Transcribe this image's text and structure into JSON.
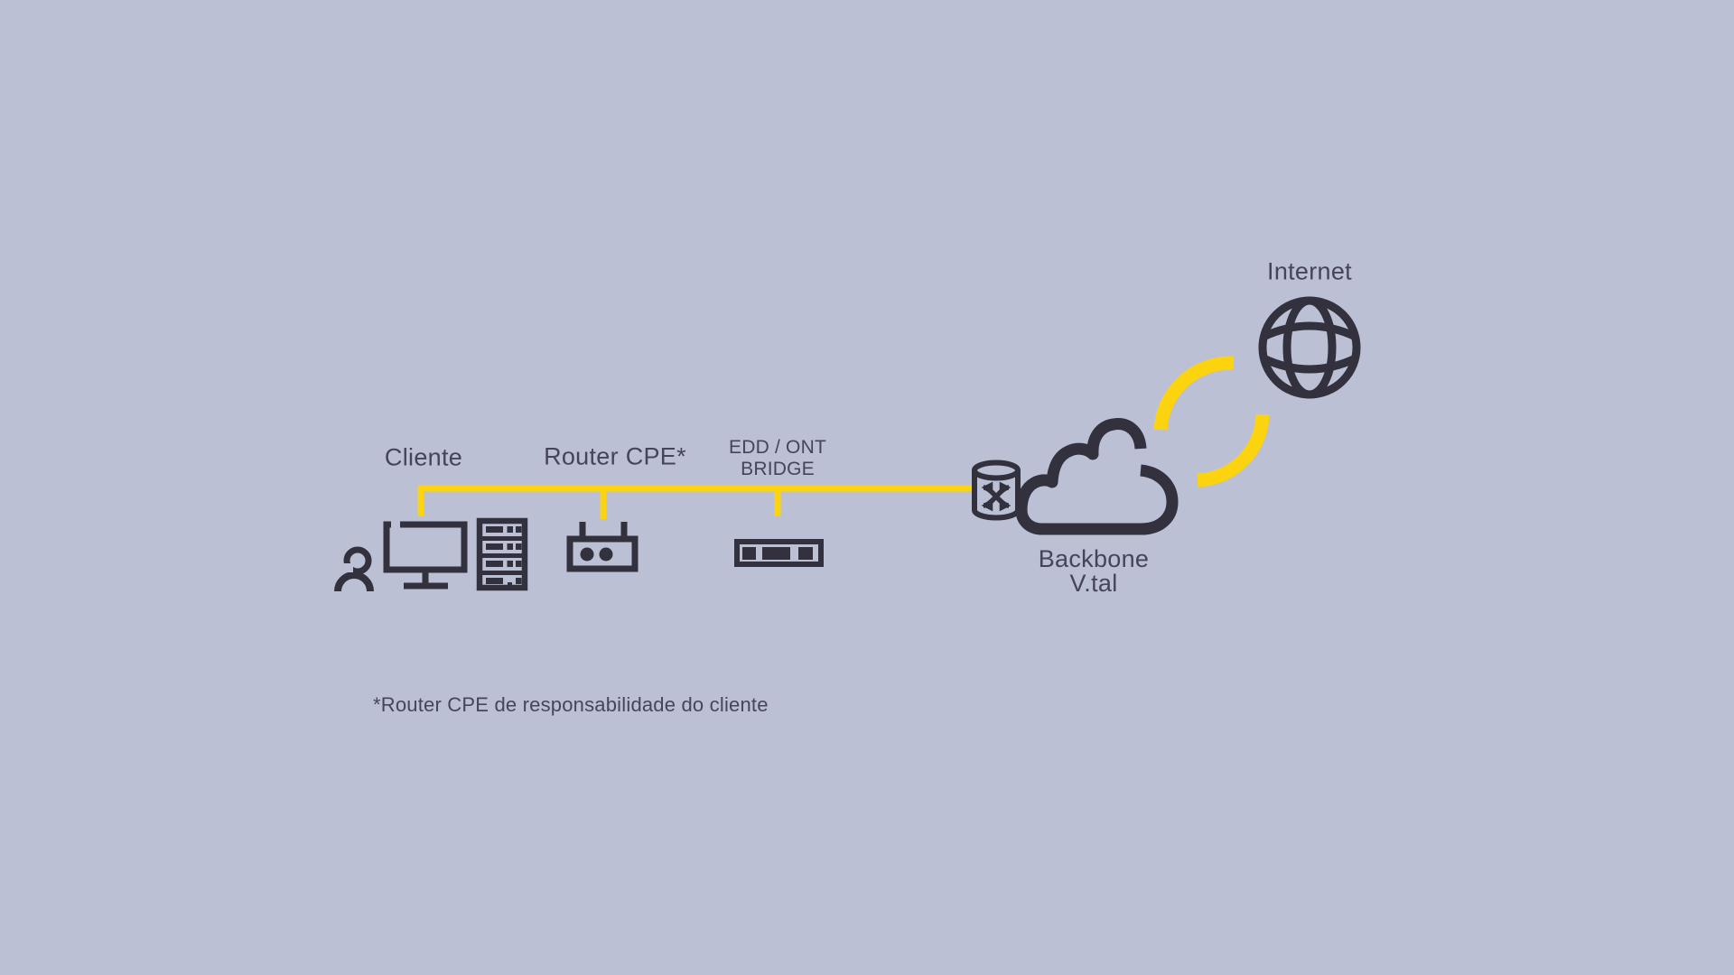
{
  "colors": {
    "background": "#bbc0d4",
    "accent_yellow": "#fbd30f",
    "icon_dark": "#32313d",
    "text": "#45445a"
  },
  "nodes": {
    "cliente": {
      "label": "Cliente",
      "icons": [
        "user-icon",
        "monitor-icon",
        "server-rack-icon"
      ]
    },
    "router_cpe": {
      "label": "Router CPE*",
      "icons": [
        "router-icon"
      ]
    },
    "edd_ont_bridge": {
      "label_line1": "EDD / ONT",
      "label_line2": "BRIDGE",
      "icons": [
        "bridge-device-icon"
      ]
    },
    "backbone": {
      "label_line1": "Backbone",
      "label_line2": "V.tal",
      "icons": [
        "switch-icon",
        "cloud-icon"
      ]
    },
    "internet": {
      "label": "Internet",
      "icons": [
        "globe-icon"
      ]
    }
  },
  "footnote": "*Router CPE de responsabilidade do cliente"
}
